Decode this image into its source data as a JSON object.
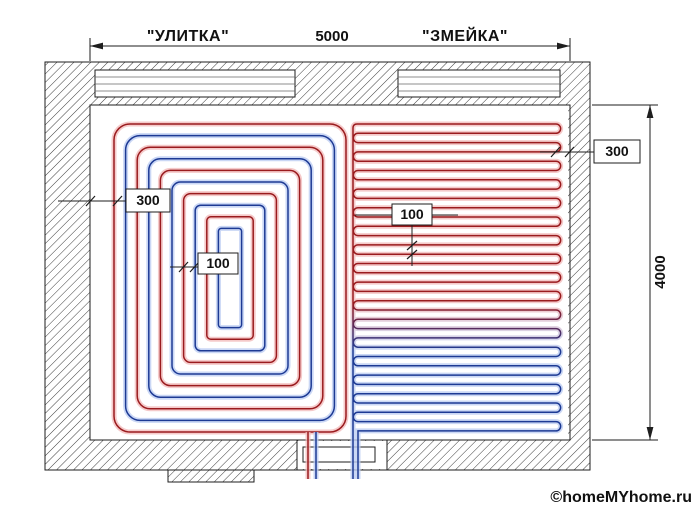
{
  "labels": {
    "spiral": "\"УЛИТКА\"",
    "serpentine": "\"ЗМЕЙКА\""
  },
  "dims": {
    "width": "5000",
    "height": "4000",
    "offset_left": "300",
    "offset_right": "300",
    "spacing_spiral": "100",
    "spacing_serpentine": "100"
  },
  "watermark": {
    "text": "©homeMYhome.ru"
  },
  "colors": {
    "supply_pipe": "#9a1b1e",
    "supply_halo": "#f2bdbd",
    "return_pipe": "#1d3a94",
    "return_halo": "#bdcdf2",
    "outline": "#1e1e1e",
    "watermark": "#4b77ad"
  },
  "pipes": {
    "spiral_rings": 10,
    "serpentine_lines": 34
  }
}
